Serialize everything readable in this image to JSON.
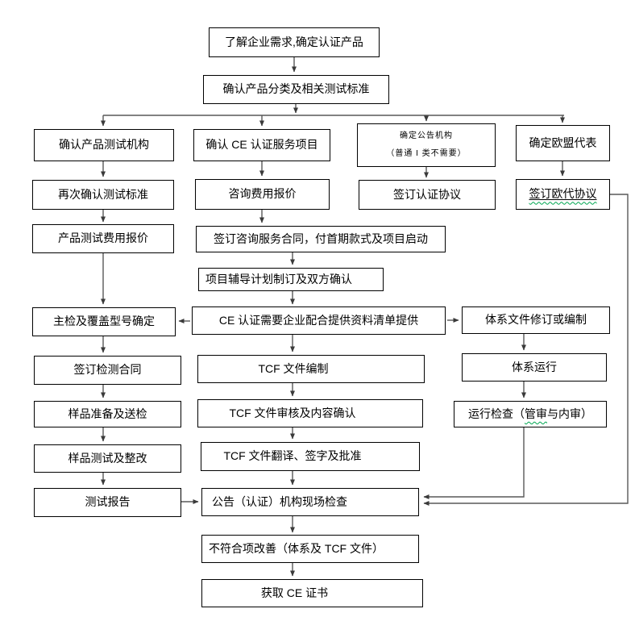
{
  "nodes": {
    "understand_needs": "了解企业需求,确定认证产品",
    "product_classification": "确认产品分类及相关测试标准",
    "testing_agency": "确认产品测试机构",
    "ce_service_items": "确认 CE 认证服务项目",
    "notified_body_line1": "确定公告机构",
    "notified_body_line2": "（普通 I 类不需要）",
    "eu_rep": "确定欧盟代表",
    "recheck_standard": "再次确认测试标准",
    "consult_quote": "咨询费用报价",
    "cert_agreement": "签订认证协议",
    "eu_rep_agreement": "签订欧代协议",
    "test_fee_quote": "产品测试费用报价",
    "consult_contract": "签订咨询服务合同，付首期款式及项目启动",
    "coaching_plan": "项目辅导计划制订及双方确认",
    "main_model": "主检及覆盖型号确定",
    "doc_checklist": "CE 认证需要企业配合提供资料清单提供",
    "system_doc_revision": "体系文件修订或编制",
    "test_contract": "签订检测合同",
    "tcf_prepare": "TCF 文件编制",
    "system_run": "体系运行",
    "sample_prep": "样品准备及送检",
    "tcf_review": "TCF 文件审核及内容确认",
    "run_check_prefix": "运行检查（",
    "run_check_wavy": "管审",
    "run_check_suffix": "与内审）",
    "sample_test": "样品测试及整改",
    "tcf_translate": "TCF 文件翻译、签字及批准",
    "test_report": "测试报告",
    "onsite_audit": "公告（认证）机构现场检查",
    "nc_improvement": "不符合项改善（体系及 TCF 文件）",
    "get_cert": "获取 CE 证书"
  },
  "colors": {
    "box_border": "#000000",
    "connector": "#595959",
    "spellcheck_underline": "#00a650"
  }
}
